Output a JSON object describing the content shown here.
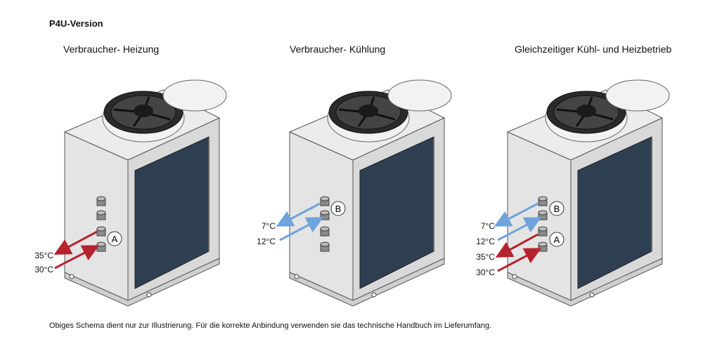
{
  "header": {
    "title": "P4U-Version"
  },
  "panels": [
    {
      "title": "Verbraucher- Heizung",
      "circuits": [
        "A"
      ],
      "temps": [
        "35°C",
        "30°C"
      ]
    },
    {
      "title": "Verbraucher- Kühlung",
      "circuits": [
        "B"
      ],
      "temps": [
        "7°C",
        "12°C"
      ]
    },
    {
      "title": "Gleichzeitiger Kühl- und Heizbetrieb",
      "circuits": [
        "B",
        "A"
      ],
      "temps": [
        "7°C",
        "12°C",
        "35°C",
        "30°C"
      ]
    }
  ],
  "footer": {
    "note": "Obiges Schema dient nur zur Illustrierung. Für die korrekte Anbindung verwenden sie das technische Handbuch im Lieferumfang."
  },
  "colors": {
    "hot": "#b3242f",
    "cold": "#6fa3dc",
    "coil": "#2e3f52"
  },
  "icons": [
    "fan-icon",
    "pipe-connector-icon",
    "arrow-icon"
  ]
}
